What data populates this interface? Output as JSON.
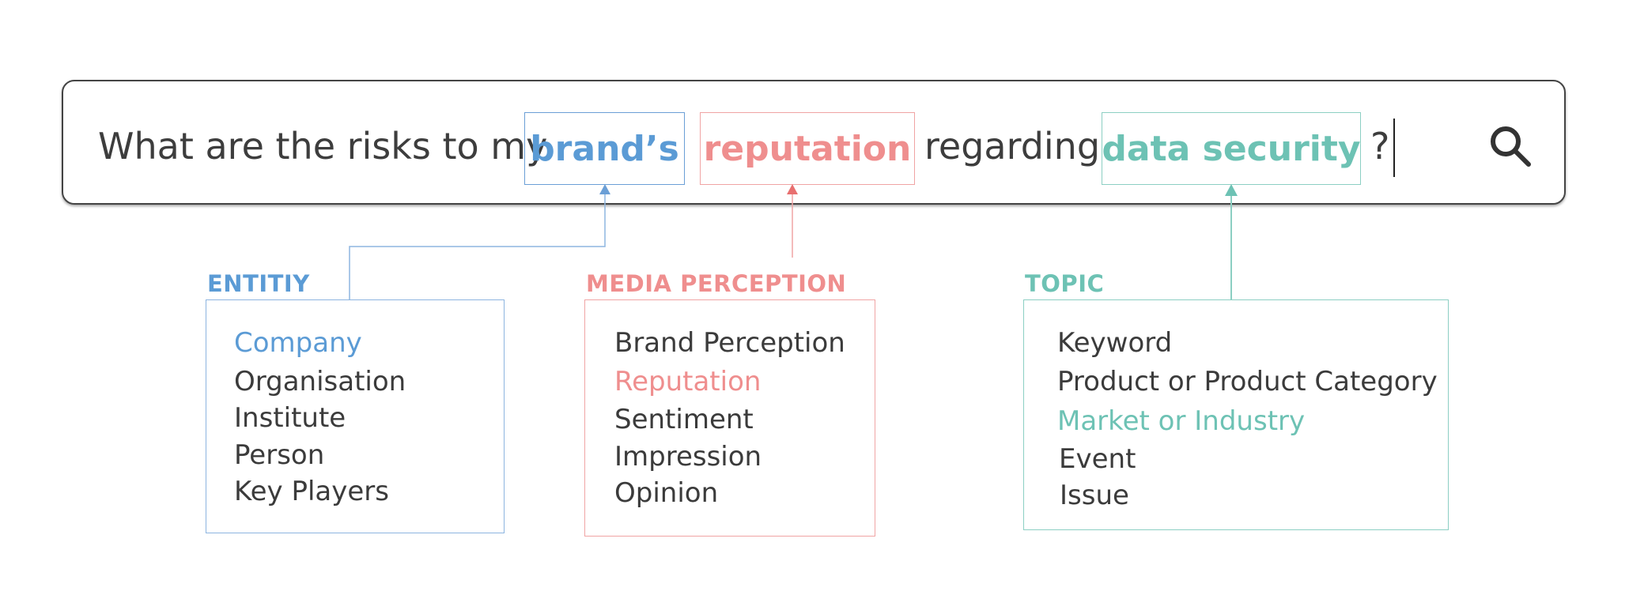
{
  "query": {
    "prefix": "What are the risks to my",
    "token_entity": "brand’s",
    "token_perception": "reputation",
    "connector": "regarding",
    "token_topic": "data security",
    "suffix": "?"
  },
  "colors": {
    "entity": "#5b9bd5",
    "perception": "#ef8e8e",
    "topic": "#6dc2b4",
    "border": "#444444",
    "text": "#3b3b3b"
  },
  "categories": {
    "entity": {
      "label": "ENTITIY",
      "items": [
        "Company",
        "Organisation",
        "Institute",
        "Person",
        "Key Players"
      ],
      "highlighted": "Company"
    },
    "perception": {
      "label": "MEDIA PERCEPTION",
      "items": [
        "Brand Perception",
        "Reputation",
        "Sentiment",
        "Impression",
        "Opinion"
      ],
      "highlighted": "Reputation"
    },
    "topic": {
      "label": "TOPIC",
      "items": [
        "Keyword",
        "Product or Product Category",
        "Market or Industry",
        "Event",
        "Issue"
      ],
      "highlighted": "Market or Industry"
    }
  },
  "icons": {
    "search": "search-icon"
  }
}
